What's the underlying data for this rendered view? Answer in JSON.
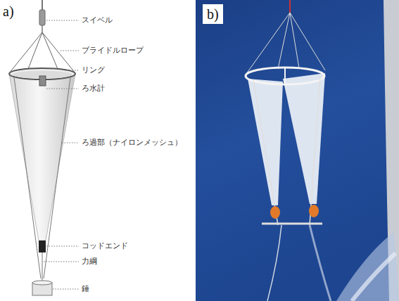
{
  "diagram": {
    "labels": [
      "a)",
      "スイベル",
      "ブライドルロープ",
      "リング",
      "ろ水計",
      "ろ過部（ナイロンメッシュ）",
      "コッドエンド",
      "力綱",
      "錘",
      "b)"
    ]
  }
}
